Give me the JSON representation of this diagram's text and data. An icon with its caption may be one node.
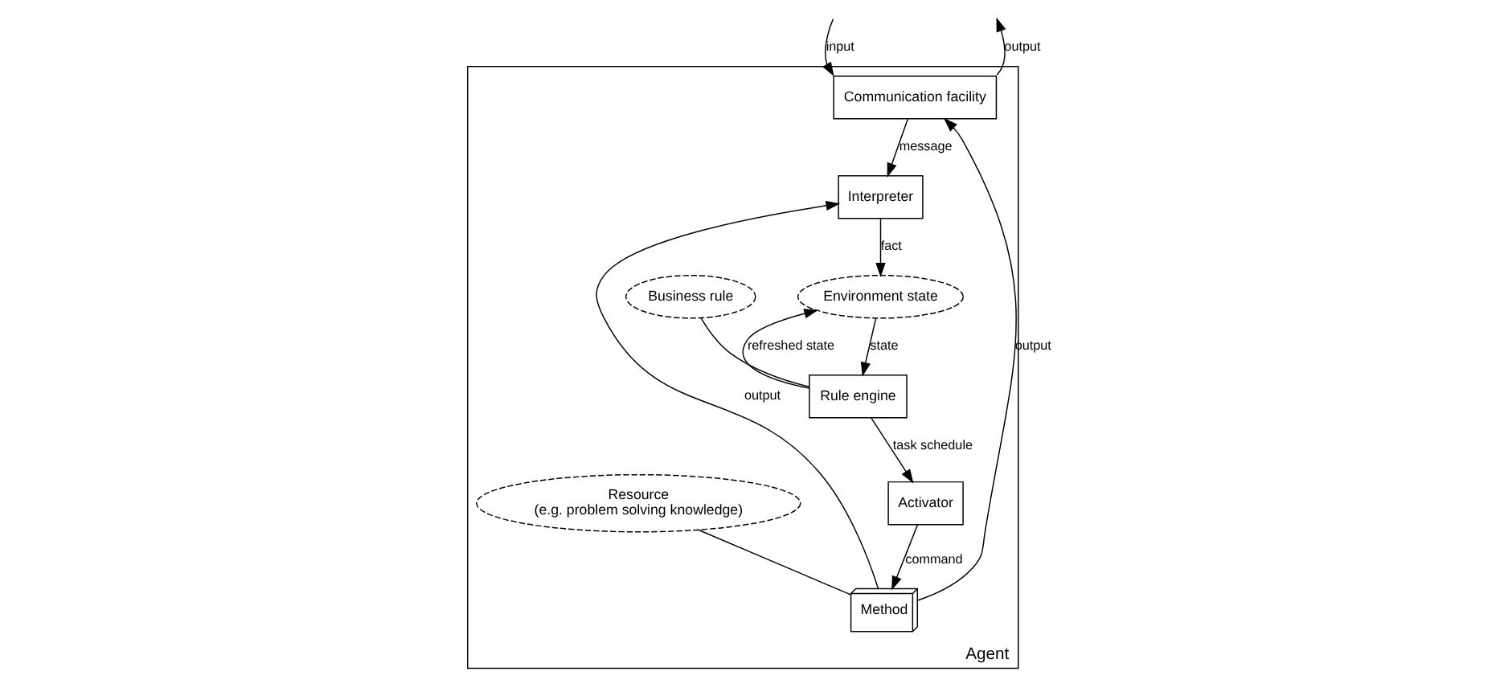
{
  "diagram": {
    "nodes": [
      {
        "text": [
          "Agent"
        ]
      },
      {
        "text": [
          "Communication facility"
        ],
        "in": 0
      },
      {
        "text": [
          "Interpreter"
        ],
        "in": 0
      },
      {
        "text": [
          "Business rule"
        ],
        "in": 0
      },
      {
        "text": [
          "Resource",
          "(e.g. problem solving knowledge)"
        ],
        "in": 0
      },
      {
        "text": [
          "Method"
        ],
        "in": 0
      },
      {
        "text": [
          "Environment state"
        ],
        "in": 0
      },
      {
        "text": [
          "Rule engine"
        ],
        "in": 0
      },
      {
        "text": [
          "Activator"
        ],
        "in": 0
      }
    ],
    "edges": [
      {
        "from": null,
        "to": 1,
        "arrow": "to",
        "label": "input"
      },
      {
        "from": 1,
        "to": null,
        "arrow": "to",
        "label": "output"
      },
      {
        "from": 1,
        "to": 2,
        "arrow": "to",
        "label": "message"
      },
      {
        "from": 5,
        "to": 1,
        "arrow": "to",
        "label": "output"
      },
      {
        "from": 2,
        "to": 6,
        "arrow": "to",
        "label": "fact"
      },
      {
        "from": 7,
        "to": 6,
        "arrow": "to",
        "label": "refreshed state"
      },
      {
        "from": 6,
        "to": 7,
        "arrow": "to",
        "label": "state"
      },
      {
        "from": 3,
        "to": 7,
        "arrow": "none"
      },
      {
        "from": 7,
        "to": 8,
        "arrow": "to",
        "label": "task schedule"
      },
      {
        "from": 8,
        "to": 5,
        "arrow": "to",
        "label": "command"
      },
      {
        "from": 4,
        "to": 5,
        "arrow": "none"
      },
      {
        "from": 5,
        "to": 2,
        "arrow": "to",
        "label": "output"
      }
    ]
  }
}
